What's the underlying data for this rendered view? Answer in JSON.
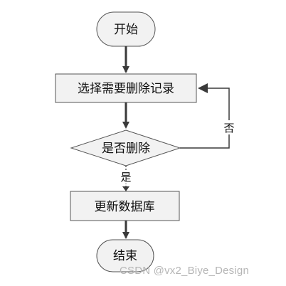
{
  "diagram": {
    "nodes": {
      "start": {
        "label": "开始"
      },
      "select": {
        "label": "选择需要删除记录"
      },
      "decision": {
        "label": "是否删除"
      },
      "update": {
        "label": "更新数据库"
      },
      "end": {
        "label": "结束"
      }
    },
    "edges": {
      "no_label": "否",
      "yes_label": "是"
    }
  },
  "watermark": {
    "text": "CSDN @vx2_Biye_Design"
  },
  "colors": {
    "fill": "#f2f2f2",
    "stroke": "#555555",
    "arrow": "#3a3a3a",
    "watermark": "#b5b5b5"
  }
}
